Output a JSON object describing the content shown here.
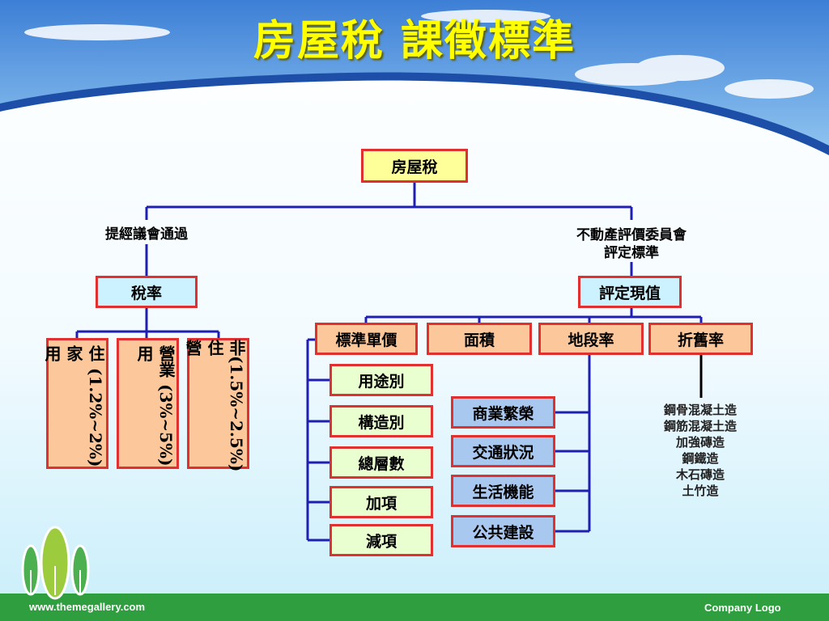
{
  "slide": {
    "title": "房屋稅  課徵標準",
    "footer_url": "www.themegallery.com",
    "footer_logo": "Company Logo"
  },
  "diagram": {
    "root": "房屋稅",
    "left_branch_label": "提經議會通過",
    "right_branch_label_line1": "不動產評價委員會",
    "right_branch_label_line2": "評定標準",
    "tax_rate": "稅率",
    "tax_items": [
      {
        "name": "住家用",
        "range": "(1.2%~2%)"
      },
      {
        "name": "營業用",
        "range": "(3%~5%)"
      },
      {
        "name": "非住營",
        "range": "(1.5%~2.5%)"
      }
    ],
    "assessed_value": "評定現值",
    "value_factors": [
      "標準單價",
      "面積",
      "地段率",
      "折舊率"
    ],
    "unit_price_items": [
      "用途別",
      "構造別",
      "總層數",
      "加項",
      "減項"
    ],
    "location_items": [
      "商業繁榮",
      "交通狀況",
      "生活機能",
      "公共建設"
    ],
    "depreciation_items": [
      "鋼骨混凝土造",
      "鋼筋混凝土造",
      "加強磚造",
      "鋼鐵造",
      "木石磚造",
      "土竹造"
    ]
  },
  "colors": {
    "connector": "#1f1fb0",
    "box_border": "#e03030",
    "title": "#ffff00",
    "footer_bar": "#2e9e3e"
  }
}
